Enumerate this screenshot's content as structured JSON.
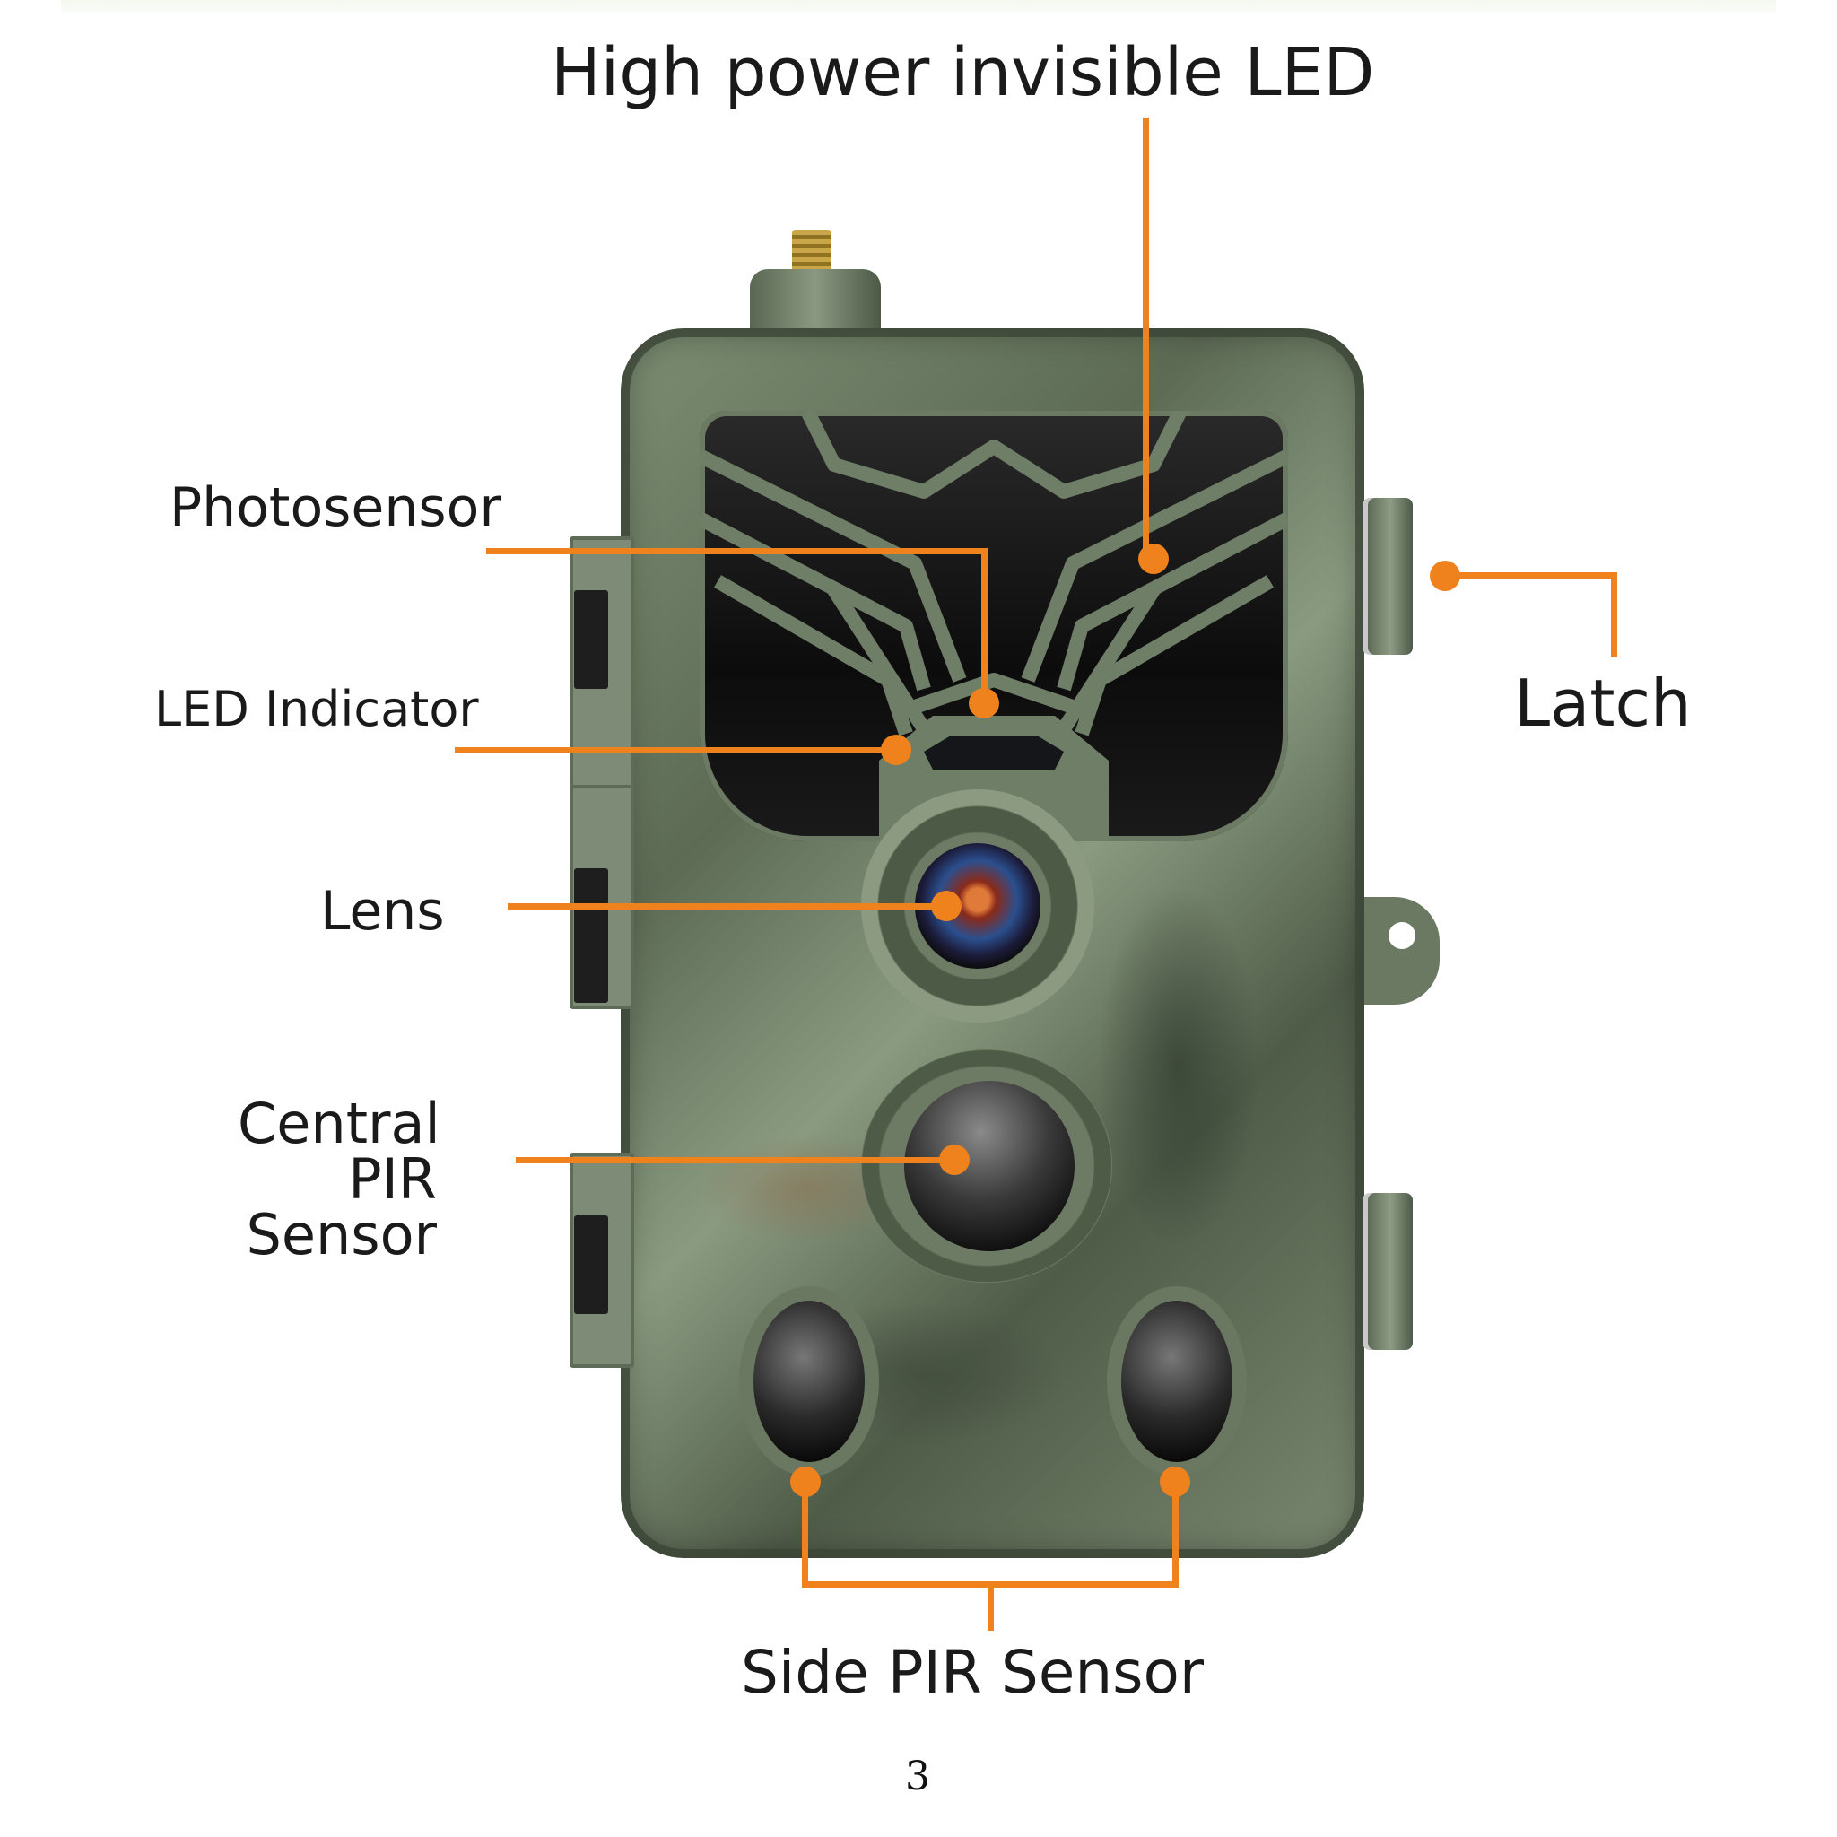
{
  "document": {
    "type": "product diagram page",
    "subject": "trail camera front view with labeled components",
    "page_number": "3"
  },
  "labels": {
    "high_power_led": "High power invisible LED",
    "photosensor": "Photosensor",
    "led_indicator": "LED Indicator",
    "lens": "Lens",
    "central_pir_line1": "Central",
    "central_pir_line2": "PIR",
    "central_pir_line3": "Sensor",
    "latch": "Latch",
    "side_pir": "Side PIR Sensor"
  },
  "colors": {
    "callout": "#f0821e",
    "text": "#1a1a1a",
    "background": "#ffffff",
    "camo_base": "#6b7962"
  }
}
